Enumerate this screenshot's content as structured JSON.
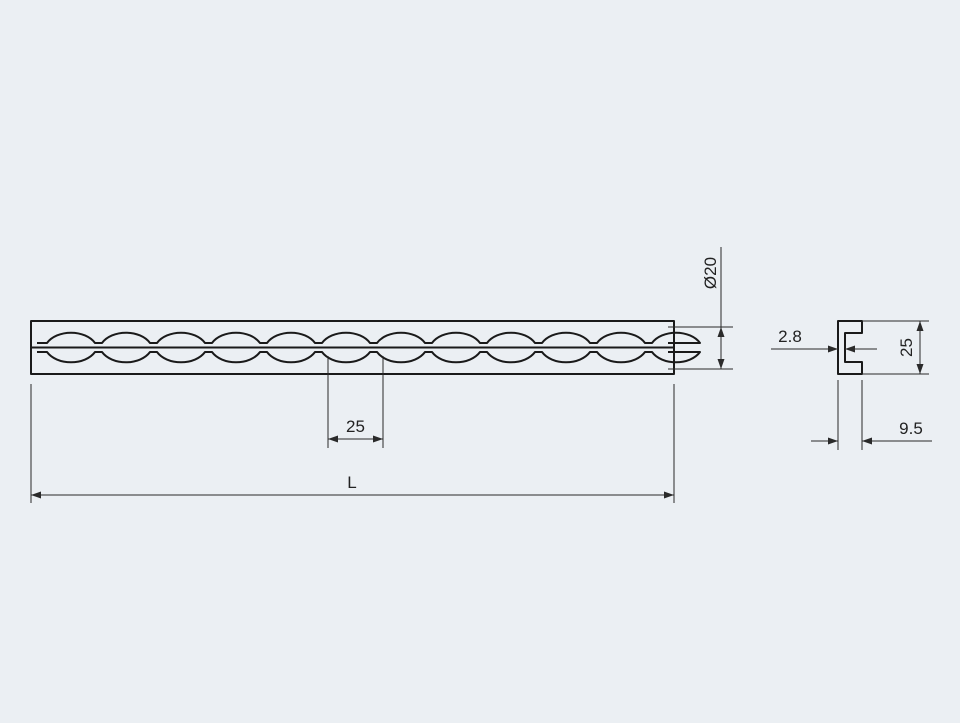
{
  "drawing": {
    "background": "#ebeff3",
    "line_color": "#1a1a1a",
    "dimensions": {
      "diameter": "Ø20",
      "pitch": "25",
      "length": "L",
      "thickness": "2.8",
      "height": "25",
      "width": "9.5"
    }
  }
}
